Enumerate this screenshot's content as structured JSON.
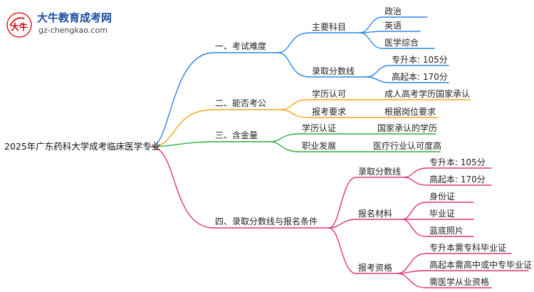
{
  "logo": {
    "brand": "大牛教育成考网",
    "site": "gz-chengkao.com",
    "mark_text": "大牛"
  },
  "colors": {
    "blue": "#2d86e6",
    "orange": "#f2a51a",
    "green": "#2fae3f",
    "pink": "#e0337a"
  },
  "root": "2025年广东药科大学成考临床医学专业",
  "b1": {
    "label": "一、考试难度",
    "c1": {
      "label": "主要科目",
      "leaves": [
        "政治",
        "英语",
        "医学综合"
      ]
    },
    "c2": {
      "label": "录取分数线",
      "leaves": [
        "专升本: 105分",
        "高起本: 170分"
      ]
    }
  },
  "b2": {
    "label": "二、能否考公",
    "c1": {
      "label": "学历认可",
      "leaf": "成人高考学历国家承认"
    },
    "c2": {
      "label": "报考要求",
      "leaf": "根据岗位要求"
    }
  },
  "b3": {
    "label": "三、含金量",
    "c1": {
      "label": "学历认证",
      "leaf": "国家承认的学历"
    },
    "c2": {
      "label": "职业发展",
      "leaf": "医疗行业认可度高"
    }
  },
  "b4": {
    "label": "四、录取分数线与报名条件",
    "c1": {
      "label": "录取分数线",
      "leaves": [
        "专升本: 105分",
        "高起本: 170分"
      ]
    },
    "c2": {
      "label": "报名材料",
      "leaves": [
        "身份证",
        "毕业证",
        "蓝底照片"
      ]
    },
    "c3": {
      "label": "报考资格",
      "leaves": [
        "专升本需专科毕业证",
        "高起本需高中或中专毕业证",
        "需医学从业资格"
      ]
    }
  }
}
